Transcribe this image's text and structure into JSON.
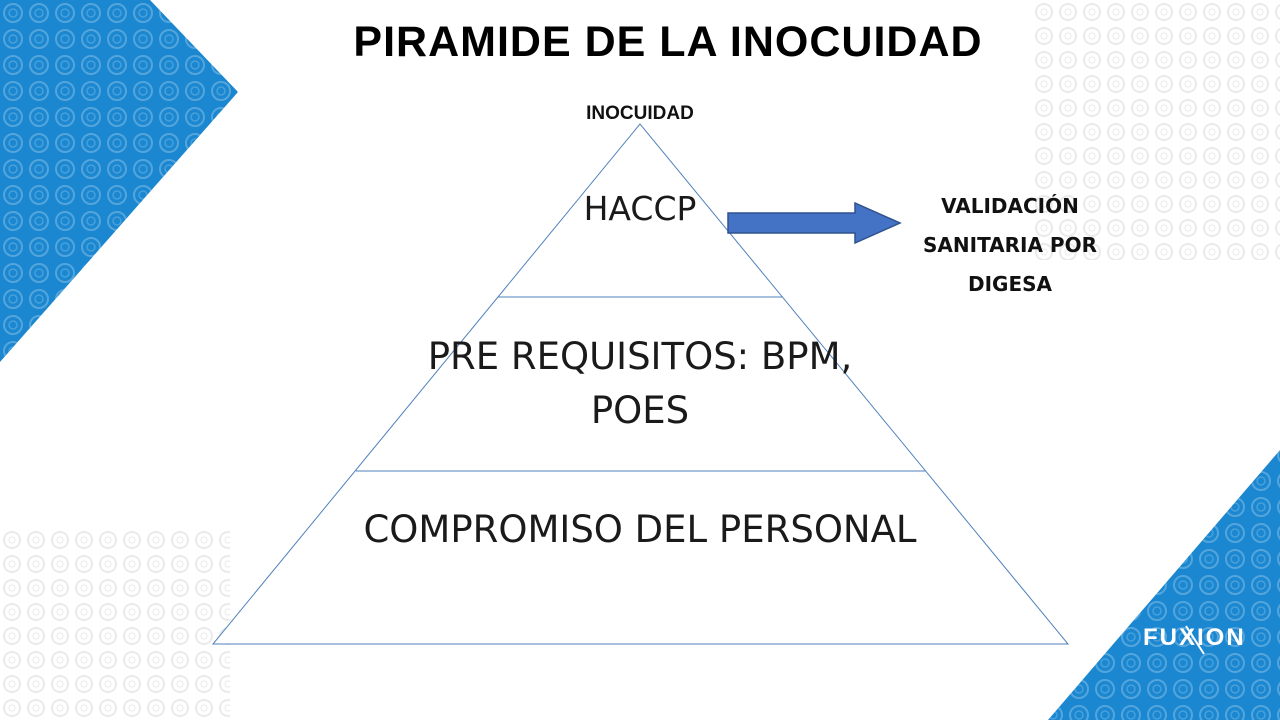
{
  "slide": {
    "title": "PIRAMIDE DE LA INOCUIDAD",
    "apex_label": "INOCUIDAD",
    "tiers": [
      {
        "name": "top",
        "text": "HACCP"
      },
      {
        "name": "middle",
        "text": "PRE REQUISITOS: BPM, POES"
      },
      {
        "name": "base",
        "text": "COMPROMISO DEL PERSONAL"
      }
    ],
    "side_note": "VALIDACIÓN SANITARIA POR DIGESA",
    "brand": "FUXION"
  },
  "colors": {
    "accent_blue": "#1a87d0",
    "arrow_blue": "#4472c4",
    "pyramid_line": "#4f81bd"
  }
}
